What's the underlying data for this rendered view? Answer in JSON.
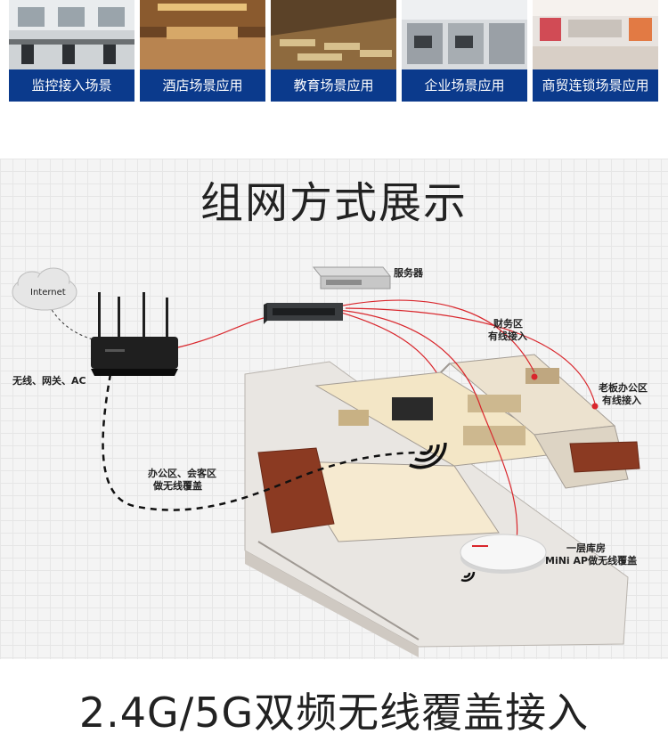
{
  "scenes": [
    {
      "label": "监控接入场景"
    },
    {
      "label": "酒店场景应用"
    },
    {
      "label": "教育场景应用"
    },
    {
      "label": "企业场景应用"
    },
    {
      "label": "商贸连锁场景应用"
    }
  ],
  "diagram": {
    "title": "组网方式展示",
    "cloud_label": "Internet",
    "server_label": "服务器",
    "router_label": "无线、网关、AC",
    "finance_label_1": "财务区",
    "finance_label_2": "有线接入",
    "boss_label_1": "老板办公区",
    "boss_label_2": "有线接入",
    "office_label_1": "办公区、会客区",
    "office_label_2": "做无线覆盖",
    "warehouse_label_1": "一层库房",
    "warehouse_label_2": "MiNi AP做无线覆盖"
  },
  "footer": {
    "slogan": "2.4G/5G双频无线覆盖接入"
  },
  "colors": {
    "label_bar": "#0b3a8c",
    "cable": "#d9262c",
    "wireless_path": "#111111"
  }
}
